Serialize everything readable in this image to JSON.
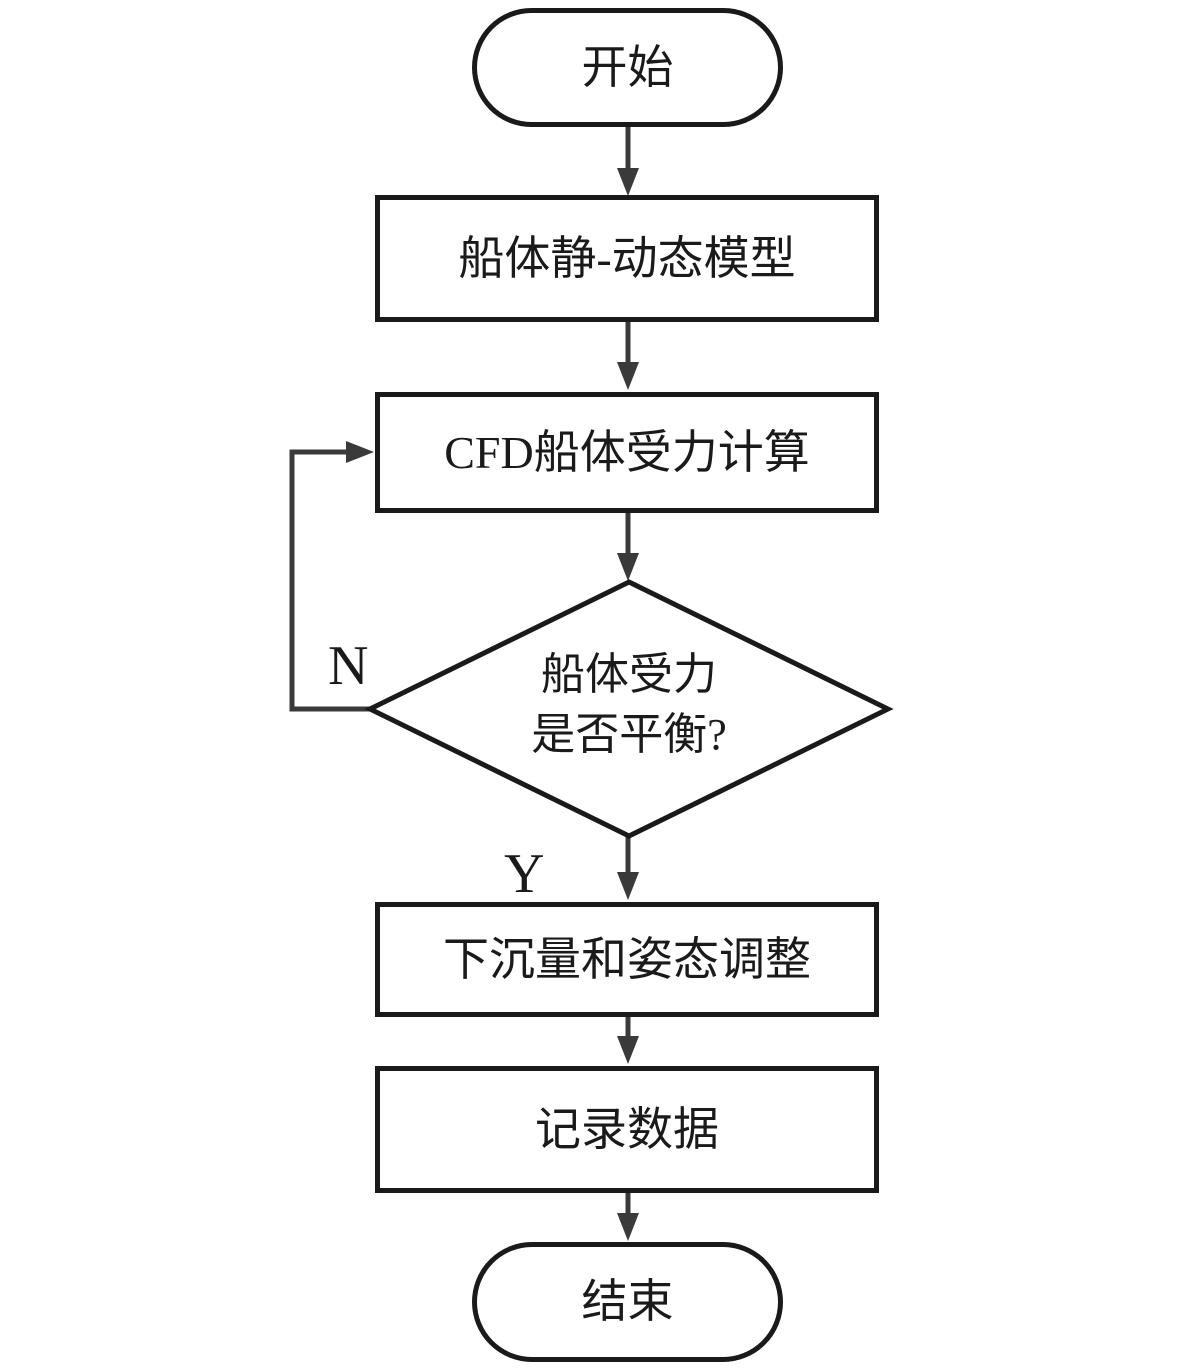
{
  "flowchart": {
    "nodes": {
      "start": {
        "label": "开始"
      },
      "model": {
        "label": "船体静-动态模型"
      },
      "cfd": {
        "label": "CFD船体受力计算"
      },
      "decision": {
        "line1": "船体受力",
        "line2": "是否平衡?"
      },
      "adjust": {
        "label": "下沉量和姿态调整"
      },
      "record": {
        "label": "记录数据"
      },
      "end": {
        "label": "结束"
      }
    },
    "edge_labels": {
      "no": "N",
      "yes": "Y"
    },
    "colors": {
      "shape_border": "#1a1a1a",
      "arrow": "#3a3a3a",
      "text": "#1a1a1a",
      "background": "#ffffff"
    }
  }
}
